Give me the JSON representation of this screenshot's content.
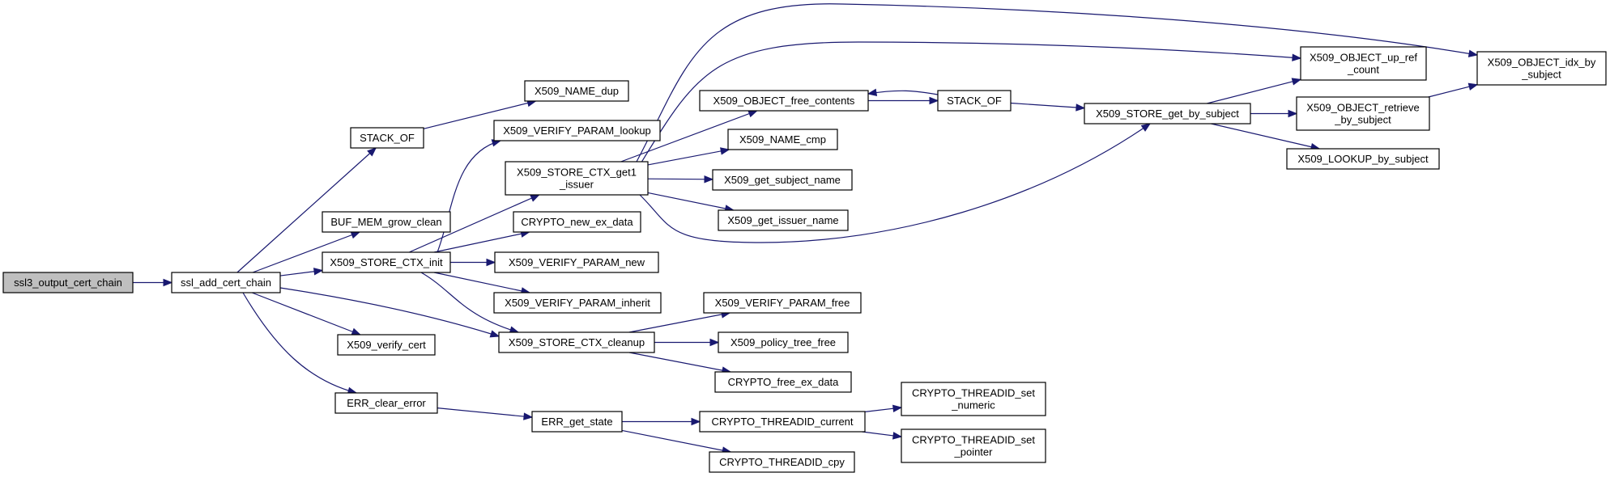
{
  "graph": {
    "colors": {
      "edge": "#191970",
      "root_fill": "#bfbfbf",
      "node_fill": "#ffffff",
      "node_stroke": "#000000"
    },
    "nodes": {
      "n_ssl3": {
        "lines": [
          "ssl3_output_cert_chain"
        ],
        "root": true
      },
      "n_addchain": {
        "lines": [
          "ssl_add_cert_chain"
        ]
      },
      "n_stackof1": {
        "lines": [
          "STACK_OF"
        ]
      },
      "n_bufmem": {
        "lines": [
          "BUF_MEM_grow_clean"
        ]
      },
      "n_ctxinit": {
        "lines": [
          "X509_STORE_CTX_init"
        ]
      },
      "n_verify": {
        "lines": [
          "X509_verify_cert"
        ]
      },
      "n_errclear": {
        "lines": [
          "ERR_clear_error"
        ]
      },
      "n_namedup": {
        "lines": [
          "X509_NAME_dup"
        ]
      },
      "n_vplookup": {
        "lines": [
          "X509_VERIFY_PARAM_lookup"
        ]
      },
      "n_get1issuer": {
        "lines": [
          "X509_STORE_CTX_get1",
          "_issuer"
        ]
      },
      "n_newexdata": {
        "lines": [
          "CRYPTO_new_ex_data"
        ]
      },
      "n_vpnew": {
        "lines": [
          "X509_VERIFY_PARAM_new"
        ]
      },
      "n_vpinherit": {
        "lines": [
          "X509_VERIFY_PARAM_inherit"
        ]
      },
      "n_ctxcleanup": {
        "lines": [
          "X509_STORE_CTX_cleanup"
        ]
      },
      "n_errstate": {
        "lines": [
          "ERR_get_state"
        ]
      },
      "n_objfree": {
        "lines": [
          "X509_OBJECT_free_contents"
        ]
      },
      "n_namecmp": {
        "lines": [
          "X509_NAME_cmp"
        ]
      },
      "n_subjname": {
        "lines": [
          "X509_get_subject_name"
        ]
      },
      "n_issuername": {
        "lines": [
          "X509_get_issuer_name"
        ]
      },
      "n_vpfree": {
        "lines": [
          "X509_VERIFY_PARAM_free"
        ]
      },
      "n_policyfree": {
        "lines": [
          "X509_policy_tree_free"
        ]
      },
      "n_freeexdata": {
        "lines": [
          "CRYPTO_free_ex_data"
        ]
      },
      "n_thcurrent": {
        "lines": [
          "CRYPTO_THREADID_current"
        ]
      },
      "n_thcpy": {
        "lines": [
          "CRYPTO_THREADID_cpy"
        ]
      },
      "n_stackof2": {
        "lines": [
          "STACK_OF"
        ]
      },
      "n_getbysubj": {
        "lines": [
          "X509_STORE_get_by_subject"
        ]
      },
      "n_upref": {
        "lines": [
          "X509_OBJECT_up_ref",
          "_count"
        ]
      },
      "n_retrieve": {
        "lines": [
          "X509_OBJECT_retrieve",
          "_by_subject"
        ]
      },
      "n_lookupsubj": {
        "lines": [
          "X509_LOOKUP_by_subject"
        ]
      },
      "n_idxbysubj": {
        "lines": [
          "X509_OBJECT_idx_by",
          "_subject"
        ]
      },
      "n_thnumeric": {
        "lines": [
          "CRYPTO_THREADID_set",
          "_numeric"
        ]
      },
      "n_thpointer": {
        "lines": [
          "CRYPTO_THREADID_set",
          "_pointer"
        ]
      }
    },
    "edges": [
      {
        "from": "n_ssl3",
        "to": "n_addchain"
      },
      {
        "from": "n_addchain",
        "to": "n_stackof1"
      },
      {
        "from": "n_addchain",
        "to": "n_bufmem"
      },
      {
        "from": "n_addchain",
        "to": "n_ctxinit"
      },
      {
        "from": "n_addchain",
        "to": "n_ctxcleanup"
      },
      {
        "from": "n_addchain",
        "to": "n_verify"
      },
      {
        "from": "n_addchain",
        "to": "n_errclear"
      },
      {
        "from": "n_stackof1",
        "to": "n_namedup"
      },
      {
        "from": "n_ctxinit",
        "to": "n_vplookup"
      },
      {
        "from": "n_ctxinit",
        "to": "n_get1issuer"
      },
      {
        "from": "n_ctxinit",
        "to": "n_newexdata"
      },
      {
        "from": "n_ctxinit",
        "to": "n_vpnew"
      },
      {
        "from": "n_ctxinit",
        "to": "n_vpinherit"
      },
      {
        "from": "n_ctxinit",
        "to": "n_ctxcleanup"
      },
      {
        "from": "n_errclear",
        "to": "n_errstate"
      },
      {
        "from": "n_get1issuer",
        "to": "n_objfree"
      },
      {
        "from": "n_get1issuer",
        "to": "n_namecmp"
      },
      {
        "from": "n_get1issuer",
        "to": "n_subjname"
      },
      {
        "from": "n_get1issuer",
        "to": "n_issuername"
      },
      {
        "from": "n_get1issuer",
        "to": "n_getbysubj"
      },
      {
        "from": "n_get1issuer",
        "to": "n_upref"
      },
      {
        "from": "n_get1issuer",
        "to": "n_idxbysubj"
      },
      {
        "from": "n_ctxcleanup",
        "to": "n_vpfree"
      },
      {
        "from": "n_ctxcleanup",
        "to": "n_policyfree"
      },
      {
        "from": "n_ctxcleanup",
        "to": "n_freeexdata"
      },
      {
        "from": "n_errstate",
        "to": "n_thcurrent"
      },
      {
        "from": "n_errstate",
        "to": "n_thcpy"
      },
      {
        "from": "n_objfree",
        "to": "n_stackof2"
      },
      {
        "from": "n_stackof2",
        "to": "n_objfree"
      },
      {
        "from": "n_stackof2",
        "to": "n_getbysubj"
      },
      {
        "from": "n_getbysubj",
        "to": "n_upref"
      },
      {
        "from": "n_getbysubj",
        "to": "n_retrieve"
      },
      {
        "from": "n_getbysubj",
        "to": "n_lookupsubj"
      },
      {
        "from": "n_retrieve",
        "to": "n_idxbysubj"
      },
      {
        "from": "n_thcurrent",
        "to": "n_thnumeric"
      },
      {
        "from": "n_thcurrent",
        "to": "n_thpointer"
      }
    ]
  }
}
